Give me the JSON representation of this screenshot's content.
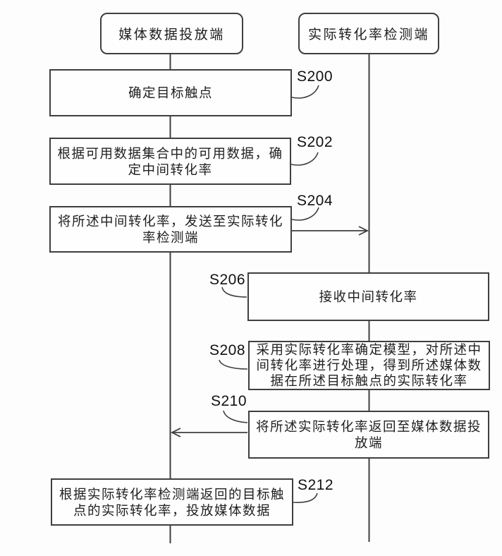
{
  "diagram": {
    "type": "sequence-flowchart",
    "lanes": [
      {
        "id": "media",
        "label": "媒体数据投放端"
      },
      {
        "id": "detector",
        "label": "实际转化率检测端"
      }
    ],
    "steps": [
      {
        "id": "s200",
        "label": "S200",
        "lane": "media",
        "lines": [
          "确定目标触点"
        ]
      },
      {
        "id": "s202",
        "label": "S202",
        "lane": "media",
        "lines": [
          "根据可用数据集合中的可用数据，确",
          "定中间转化率"
        ]
      },
      {
        "id": "s204",
        "label": "S204",
        "lane": "media",
        "lines": [
          "将所述中间转化率，发送至实际转化",
          "率检测端"
        ]
      },
      {
        "id": "s206",
        "label": "S206",
        "lane": "detector",
        "lines": [
          "接收中间转化率"
        ]
      },
      {
        "id": "s208",
        "label": "S208",
        "lane": "detector",
        "lines": [
          "采用实际转化率确定模型，对所述中",
          "间转化率进行处理，得到所述媒体数",
          "据在所述目标触点的实际转化率"
        ]
      },
      {
        "id": "s210",
        "label": "S210",
        "lane": "detector",
        "lines": [
          "将所述实际转化率返回至媒体数据投",
          "放端"
        ]
      },
      {
        "id": "s212",
        "label": "S212",
        "lane": "media",
        "lines": [
          "根据实际转化率检测端返回的目标触",
          "点的实际转化率，投放媒体数据"
        ]
      }
    ],
    "messages": [
      {
        "from": "s204",
        "to": "detector-lifeline",
        "direction": "right"
      },
      {
        "from": "s210",
        "to": "media-lifeline",
        "direction": "left"
      }
    ],
    "colors": {
      "background": "#fdfdfd",
      "box_border": "#3f3f3f",
      "box_fill": "#fefefe",
      "line": "#3f3f3f",
      "text": "#1f1f1f"
    }
  }
}
